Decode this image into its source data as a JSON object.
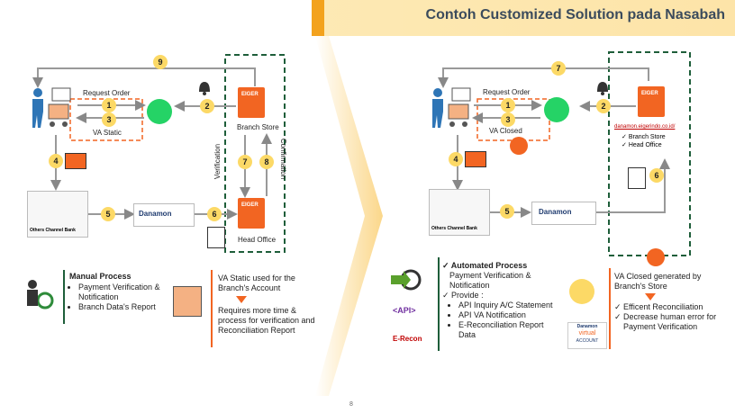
{
  "header": {
    "title": "Contoh Customized Solution pada Nasabah"
  },
  "page_number": "8",
  "left": {
    "request_order": "Request Order",
    "va_static": "VA Static",
    "branch_store": "Branch Store",
    "head_office": "Head Office",
    "verification": "Verification",
    "confirmation": "Confirmation",
    "others_channel_bank": "Others Channel Bank",
    "danamon": "Danamon",
    "eiger": "EIGER",
    "steps": [
      "1",
      "2",
      "3",
      "4",
      "5",
      "6",
      "7",
      "8",
      "9"
    ],
    "process_title": "Manual Process",
    "process_items": [
      "Payment Verification & Notification",
      "Branch Data's Report"
    ],
    "note_line1": "VA Static used for the Branch's Account",
    "note_line2": "Requires more time & process for verification and Reconciliation Report"
  },
  "right": {
    "request_order": "Request Order",
    "va_closed": "VA Closed",
    "url": "danamon.eigerindo.co.id/",
    "branch_store": "Branch Store",
    "head_office": "Head Office",
    "others_channel_bank": "Others Channel Bank",
    "danamon": "Danamon",
    "eiger": "EIGER",
    "steps": [
      "1",
      "2",
      "3",
      "4",
      "5",
      "6",
      "7"
    ],
    "process_title": "Automated Process",
    "process_line1": "Payment Verification & Notification",
    "provide": "Provide :",
    "provide_items": [
      "API Inquiry A/C Statement",
      "API VA Notification",
      "E-Reconciliation Report Data"
    ],
    "api_label": "<API>",
    "erecon_label": "E-Recon",
    "va_logo_line1": "Danamon",
    "va_logo_line2": "virtual",
    "va_logo_line3": "ACCOUNT",
    "note_line1": "VA Closed generated by Branch's Store",
    "note_items": [
      "Efficent Reconciliation",
      "Decrease human error for Payment Verification"
    ]
  },
  "colors": {
    "orange": "#f26522",
    "accent": "#f3a21d",
    "green_dash": "#1e5e3a",
    "yellow": "#fcd966",
    "title": "#3b4b5c"
  }
}
